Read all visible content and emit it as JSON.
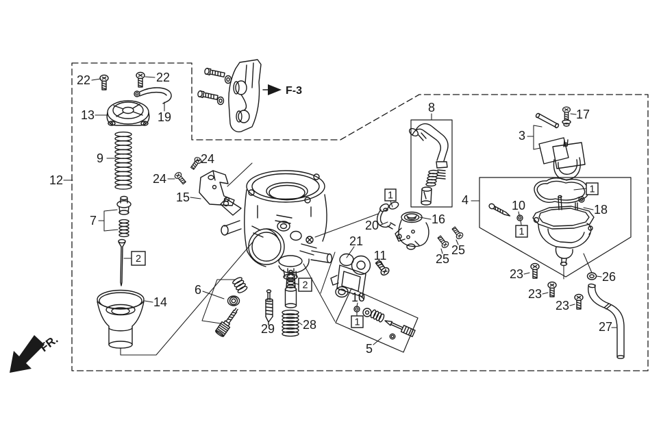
{
  "diagram": {
    "type": "exploded-parts-diagram",
    "subject": "carburetor assembly",
    "colors": {
      "line": "#1a1a1a",
      "background": "#ffffff"
    },
    "figure_reference": "F-3",
    "front_direction_label": "FR.",
    "callouts": {
      "p1": "1",
      "p2": "2",
      "p3": "3",
      "p4": "4",
      "p5": "5",
      "p6": "6",
      "p7": "7",
      "p8": "8",
      "p9": "9",
      "p10": "10",
      "p11": "11",
      "p12": "12",
      "p13": "13",
      "p14": "14",
      "p15": "15",
      "p16": "16",
      "p17": "17",
      "p18": "18",
      "p19": "19",
      "p20": "20",
      "p21": "21",
      "p22": "22",
      "p23": "23",
      "p24": "24",
      "p25": "25",
      "p26": "26",
      "p27": "27",
      "p28": "28",
      "p29": "29"
    }
  }
}
